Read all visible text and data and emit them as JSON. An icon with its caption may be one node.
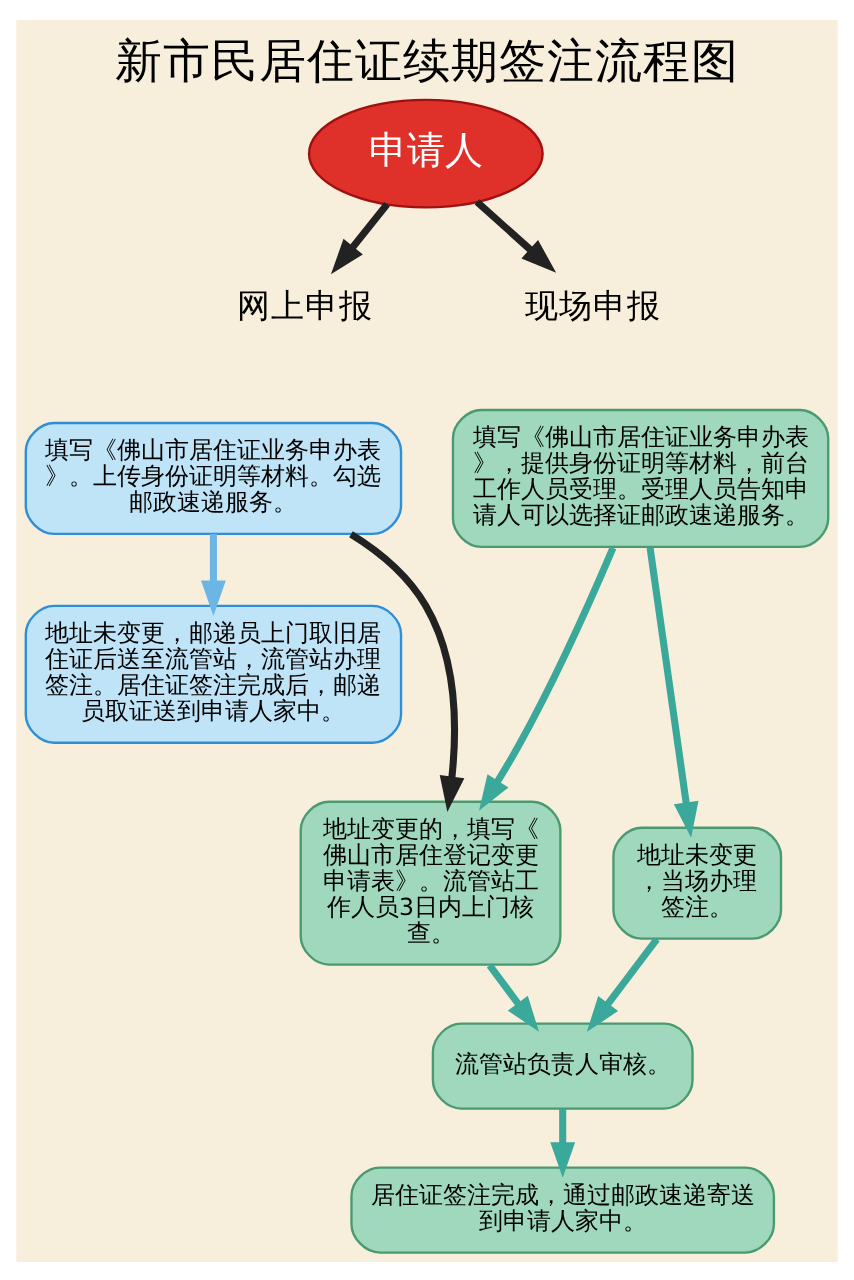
{
  "diagram": {
    "title": "新市民居住证续期签注流程图",
    "nodes": [
      {
        "text": [
          "申请人"
        ]
      },
      {
        "text": [
          "网上申报"
        ]
      },
      {
        "text": [
          "现场申报"
        ]
      },
      {
        "text": [
          "填写《佛山市居住证业务申办表》。上传身份证明等材料。勾选邮政速递服务。"
        ]
      },
      {
        "text": [
          "地址未变更，邮递员上门取旧居住证后送至流管站，流管站办理签注。居住证签注完成后，邮递员取证送到申请人家中。"
        ]
      },
      {
        "text": [
          "填写《佛山市居住证业务申办表》，提供身份证明等材料，前台工作人员受理。受理人员告知申请人可以选择证邮政速递服务。"
        ]
      },
      {
        "text": [
          "地址变更的，填写《佛山市居住登记变更申请表》。流管站工作人员3日内上门核查。"
        ]
      },
      {
        "text": [
          "地址未变更，当场办理签注。"
        ]
      },
      {
        "text": [
          "流管站负责人审核。"
        ]
      },
      {
        "text": [
          "居住证签注完成，通过邮政速递寄送到申请人家中。"
        ]
      }
    ],
    "edges": [
      {
        "from": 0,
        "to": 1,
        "arrow": "to",
        "color": "#222222"
      },
      {
        "from": 0,
        "to": 2,
        "arrow": "to",
        "color": "#222222"
      },
      {
        "from": 3,
        "to": 4,
        "arrow": "to",
        "color": "#6cb6e6"
      },
      {
        "from": 5,
        "to": 6,
        "arrow": "to",
        "color": "#3aa89a"
      },
      {
        "from": 5,
        "to": 7,
        "arrow": "to",
        "color": "#3aa89a"
      },
      {
        "from": 6,
        "to": 8,
        "arrow": "to",
        "color": "#3aa89a"
      },
      {
        "from": 7,
        "to": 8,
        "arrow": "to",
        "color": "#3aa89a"
      },
      {
        "from": 8,
        "to": 9,
        "arrow": "to",
        "color": "#3aa89a"
      },
      {
        "from": 3,
        "to": 6,
        "arrow": "to",
        "color": "#222222"
      }
    ]
  }
}
